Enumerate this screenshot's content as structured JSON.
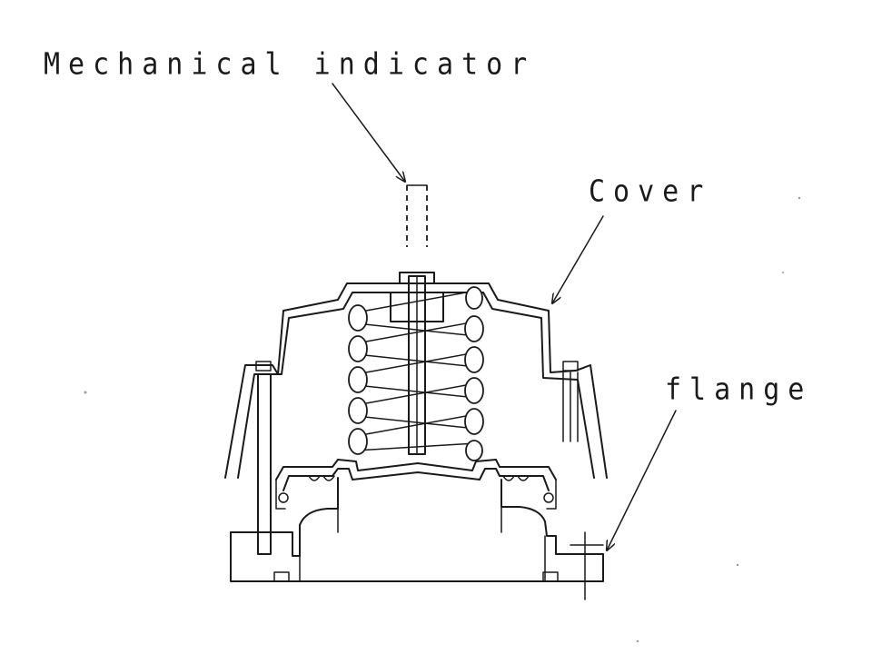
{
  "labels": {
    "mechanical_indicator": "Mechanical indicator",
    "cover": "Cover",
    "flange": "flange"
  },
  "colors": {
    "line": "#1a1a1a",
    "background": "#ffffff"
  }
}
